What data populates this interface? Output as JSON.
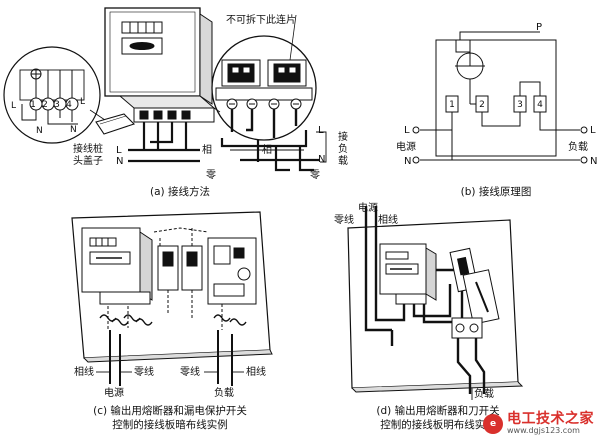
{
  "panel_a": {
    "callout_top": "不可拆下此连片",
    "term_numbers": [
      "1",
      "2",
      "3",
      "4"
    ],
    "inset_L_left": "L",
    "inset_L_right": "L",
    "inset_N": "N",
    "inset_N_right": "N",
    "lead_L": "L",
    "lead_N": "N",
    "terminal_label_1": "接线桩",
    "terminal_label_2": "头盖子",
    "right_L": "L",
    "right_N": "N",
    "load_1": "接",
    "load_2": "负",
    "load_3": "载",
    "phase": "相",
    "phase_2": "相",
    "neutral": "零",
    "neutral_2": "零",
    "caption": "(a) 接线方法"
  },
  "panel_b": {
    "p_label": "P",
    "terminals": [
      "1",
      "2",
      "3",
      "4"
    ],
    "L_left": "L",
    "N_left": "N",
    "source": "电源",
    "L_right": "L",
    "N_right": "N",
    "load": "负载",
    "caption": "(b) 接线原理图"
  },
  "panel_c": {
    "live_left": "相线",
    "neutral_left": "零线",
    "source": "电源",
    "neutral_right": "零线",
    "live_right": "相线",
    "load": "负载",
    "caption_1": "(c) 输出用熔断器和漏电保护开关",
    "caption_2": "控制的接线板暗布线实例"
  },
  "panel_d": {
    "source": "电源",
    "neutral": "零线",
    "live": "相线",
    "load": "负载",
    "caption_1": "(d) 输出用熔断器和刀开关",
    "caption_2": "控制的接线板明布线实例"
  },
  "watermark": {
    "mark": "e",
    "text": "电工技术之家",
    "url": "www.dgjs123.com"
  }
}
